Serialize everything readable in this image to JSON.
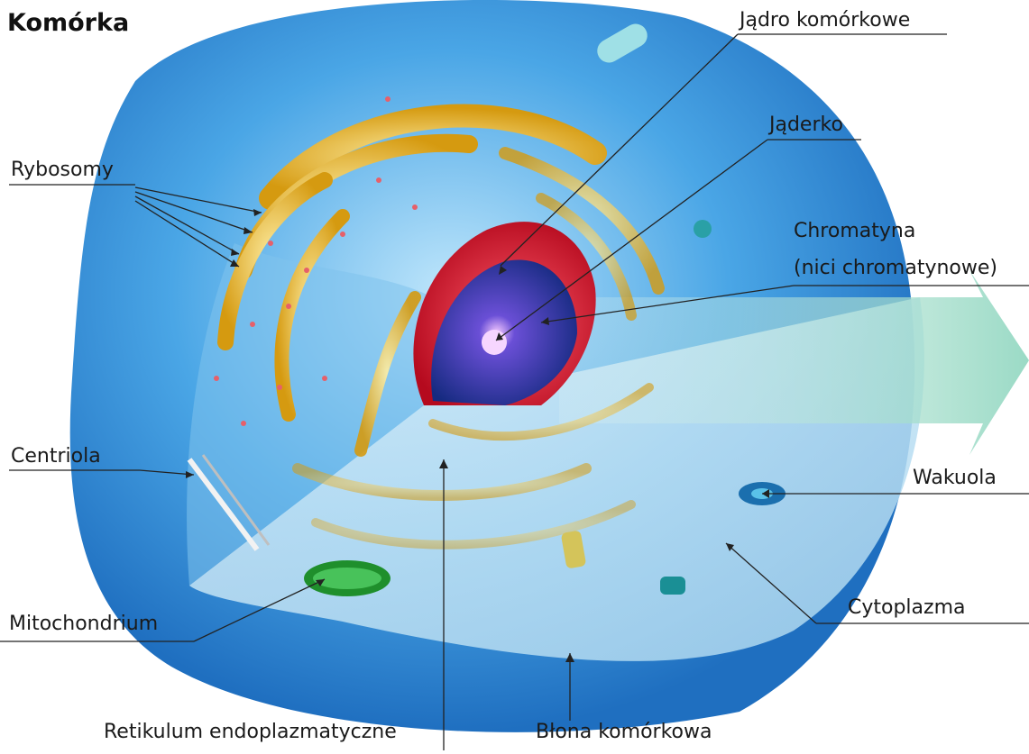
{
  "title": "Komórka",
  "labels": {
    "nucleus": "Jądro komórkowe",
    "nucleolus": "Jąderko",
    "chromatin_line1": "Chromatyna",
    "chromatin_line2": "(nici chromatynowe)",
    "ribosomes": "Rybosomy",
    "centriole": "Centriola",
    "vacuole": "Wakuola",
    "mitochondrium": "Mitochondrium",
    "cytoplasm": "Cytoplazma",
    "er": "Retikulum endoplazmatyczne",
    "membrane": "Błona komórkowa"
  },
  "colors": {
    "cell_outer": "#2f8fd8",
    "cell_inner": "#9fd3f2",
    "golgi": "#e6b320",
    "nucleus": "#d4162c",
    "chromatin": "#1c2f8f",
    "mitochondrium": "#1f8f2c",
    "arrow": "#9ed9c8"
  }
}
